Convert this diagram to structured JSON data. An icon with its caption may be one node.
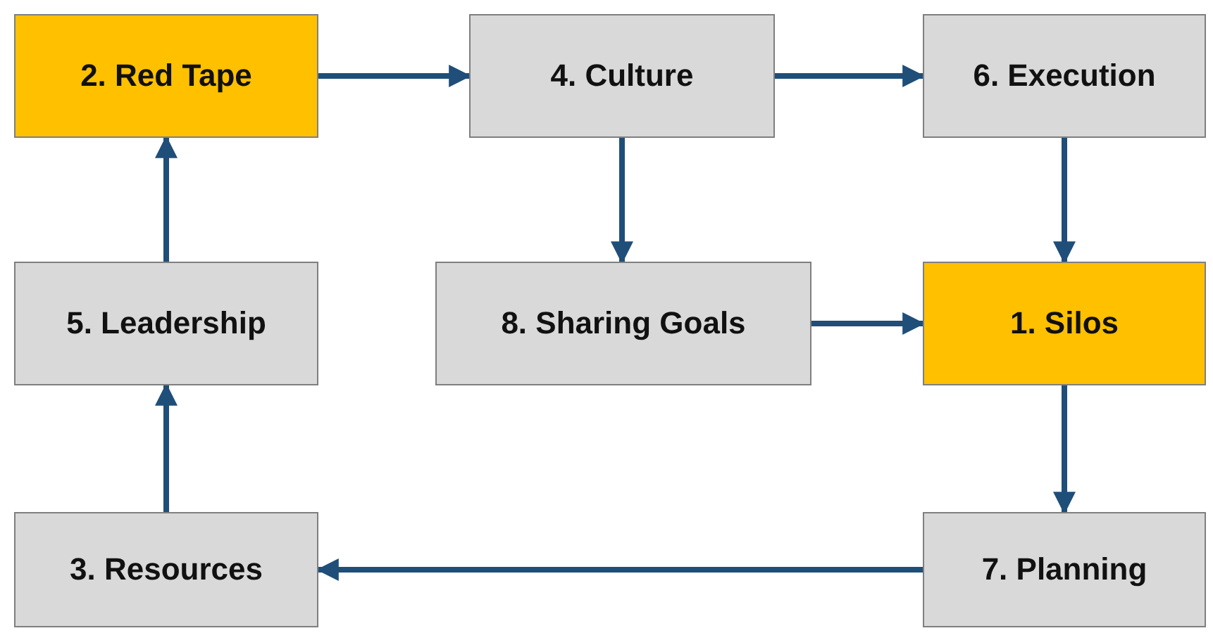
{
  "diagram": {
    "nodes": [
      {
        "text": [
          "2. Red Tape"
        ]
      },
      {
        "text": [
          "4. Culture"
        ]
      },
      {
        "text": [
          "6. Execution"
        ]
      },
      {
        "text": [
          "5. Leadership"
        ]
      },
      {
        "text": [
          "8. Sharing Goals"
        ]
      },
      {
        "text": [
          "1. Silos"
        ]
      },
      {
        "text": [
          "3. Resources"
        ]
      },
      {
        "text": [
          "7. Planning"
        ]
      }
    ],
    "edges": [
      {
        "from": 0,
        "to": 1,
        "arrow": "to"
      },
      {
        "from": 1,
        "to": 2,
        "arrow": "to"
      },
      {
        "from": 1,
        "to": 4,
        "arrow": "to"
      },
      {
        "from": 2,
        "to": 5,
        "arrow": "to"
      },
      {
        "from": 4,
        "to": 5,
        "arrow": "to"
      },
      {
        "from": 5,
        "to": 7,
        "arrow": "to"
      },
      {
        "from": 7,
        "to": 6,
        "arrow": "to"
      },
      {
        "from": 6,
        "to": 3,
        "arrow": "to"
      },
      {
        "from": 3,
        "to": 0,
        "arrow": "to"
      }
    ]
  }
}
